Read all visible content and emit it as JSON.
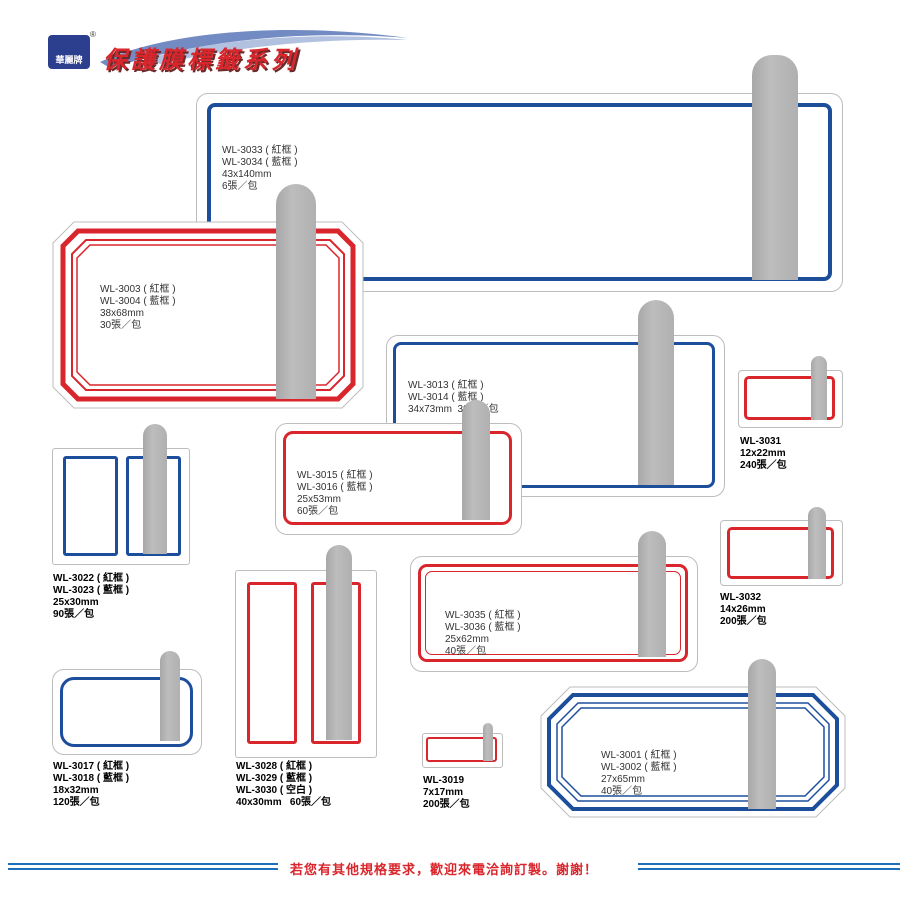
{
  "header": {
    "brand_logo_text": "華麗牌",
    "registered_mark": "®",
    "title": "保護膜標籤系列"
  },
  "labels": {
    "wl3033": [
      "WL-3033 ( 紅框 )",
      "WL-3034 ( 藍框 )",
      "43x140mm",
      "6張／包"
    ],
    "wl3003": [
      "WL-3003 ( 紅框 )",
      "WL-3004 ( 藍框 )",
      "38x68mm",
      "30張／包"
    ],
    "wl3013": [
      "WL-3013 ( 紅框 )",
      "WL-3014 ( 藍框 )",
      "34x73mm  30張／包"
    ],
    "wl3031": [
      "WL-3031",
      "12x22mm",
      "240張／包"
    ],
    "wl3015": [
      "WL-3015 ( 紅框 )",
      "WL-3016 ( 藍框 )",
      "25x53mm",
      "60張／包"
    ],
    "wl3022": [
      "WL-3022 ( 紅框 )",
      "WL-3023 ( 藍框 )",
      "25x30mm",
      "90張／包"
    ],
    "wl3032": [
      "WL-3032",
      "14x26mm",
      "200張／包"
    ],
    "wl3035": [
      "WL-3035 ( 紅框 )",
      "WL-3036 ( 藍框 )",
      "25x62mm",
      "40張／包"
    ],
    "wl3017": [
      "WL-3017 ( 紅框 )",
      "WL-3018 ( 藍框 )",
      "18x32mm",
      "120張／包"
    ],
    "wl3028": [
      "WL-3028 ( 紅框 )",
      "WL-3029 ( 藍框 )",
      "WL-3030 ( 空白 )",
      "40x30mm   60張／包"
    ],
    "wl3019": [
      "WL-3019",
      "7x17mm",
      "200張／包"
    ],
    "wl3001": [
      "WL-3001 ( 紅框 )",
      "WL-3002 ( 藍框 )",
      "27x65mm",
      "40張／包"
    ]
  },
  "footer": {
    "note": "若您有其他規格要求，歡迎來電洽詢訂製。謝謝！"
  },
  "colors": {
    "red_frame": "#d9262c",
    "blue_frame": "#1d4e9c",
    "footer_line": "#1c6fb8"
  }
}
